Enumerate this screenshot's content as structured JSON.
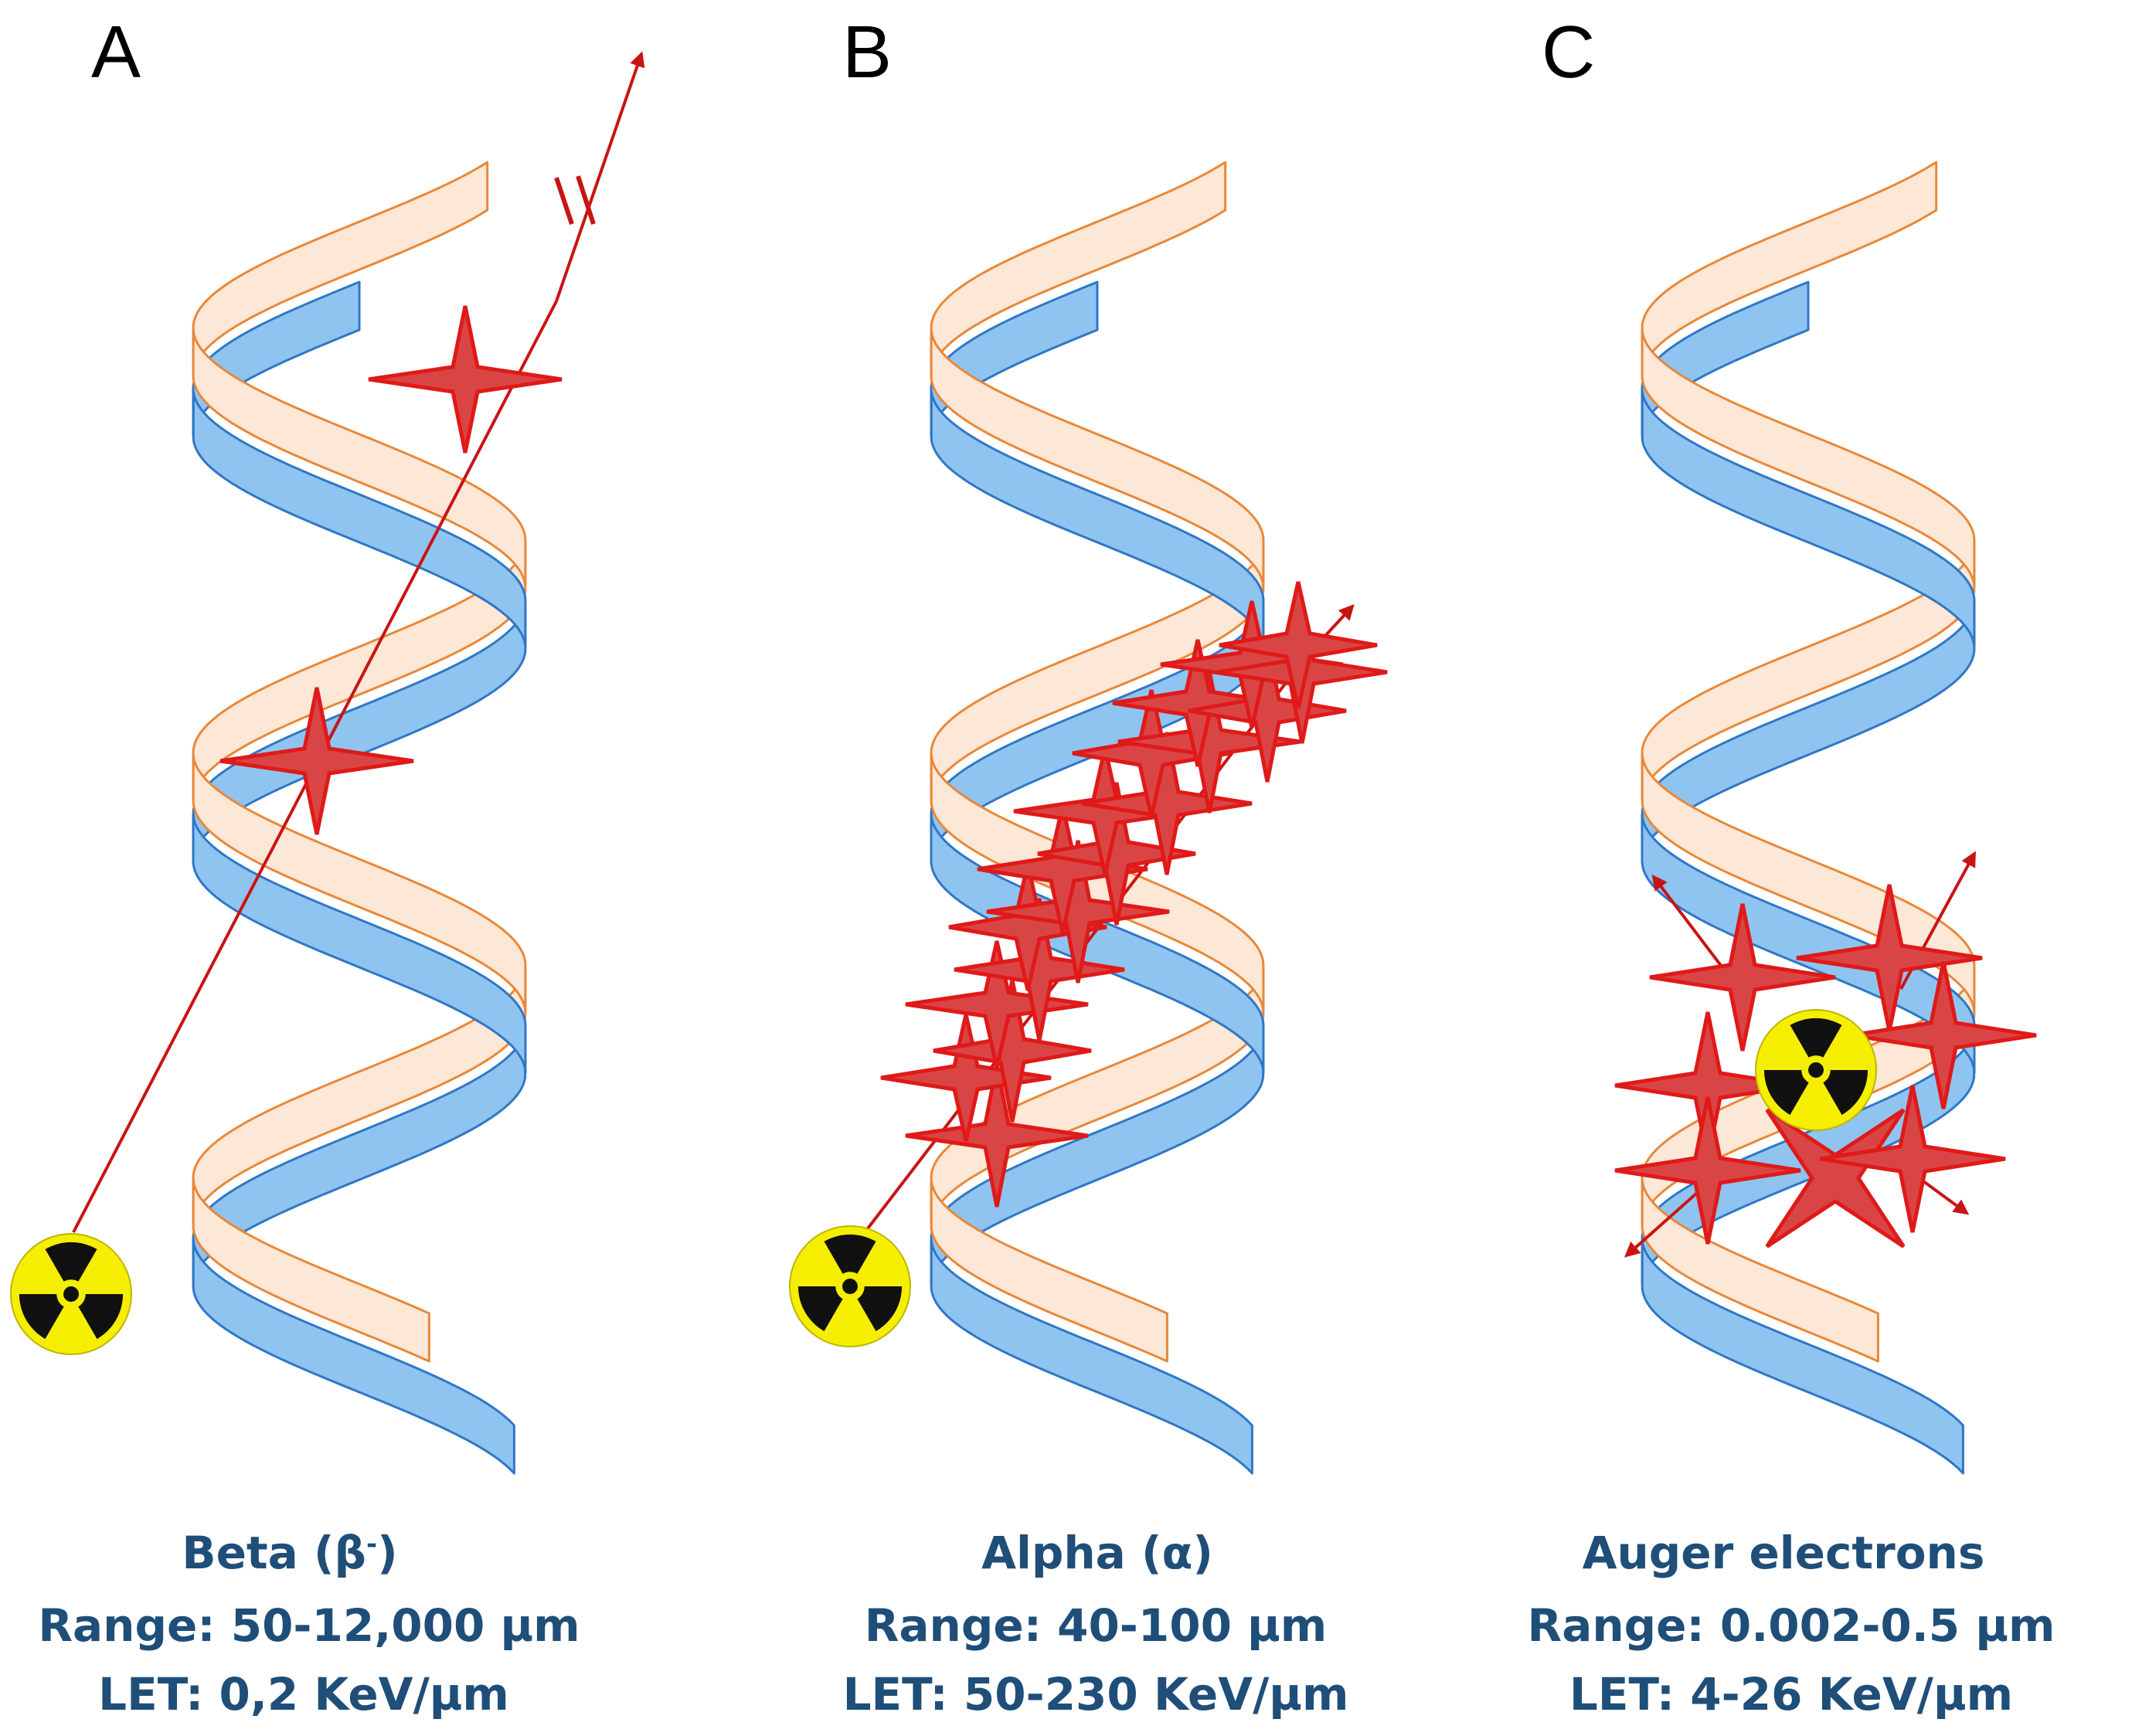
{
  "colors": {
    "strand_blue_fill": "#8fc4f0",
    "strand_blue_edge": "#2f77c6",
    "strand_orange_fill": "#fde7d6",
    "strand_orange_edge": "#e8883a",
    "damage_red": "#e01919",
    "damage_fill": "#d94545",
    "track_red": "#c91414",
    "caption_text": "#1f4e79",
    "radiation_yellow": "#f5ee00",
    "radiation_black": "#111111"
  },
  "icons": {
    "source": "radiation-trefoil-icon",
    "damage": "four-point-star-burst-icon"
  },
  "panels": [
    {
      "letter": "A",
      "caption": {
        "line1_main": "Beta (β",
        "line1_sup": "-",
        "line1_end": ")",
        "line2": "Range: 50-12,000 µm",
        "line3": "LET: 0,2 KeV/µm"
      }
    },
    {
      "letter": "B",
      "caption": {
        "line1_main": "Alpha (α)",
        "line1_sup": "",
        "line1_end": "",
        "line2": "Range: 40-100 µm",
        "line3": "LET: 50-230 KeV/µm"
      }
    },
    {
      "letter": "C",
      "caption": {
        "line1_main": "Auger electrons",
        "line1_sup": "",
        "line1_end": "",
        "line2": "Range: 0.002-0.5 µm",
        "line3": "LET: 4-26 KeV/µm"
      }
    }
  ]
}
